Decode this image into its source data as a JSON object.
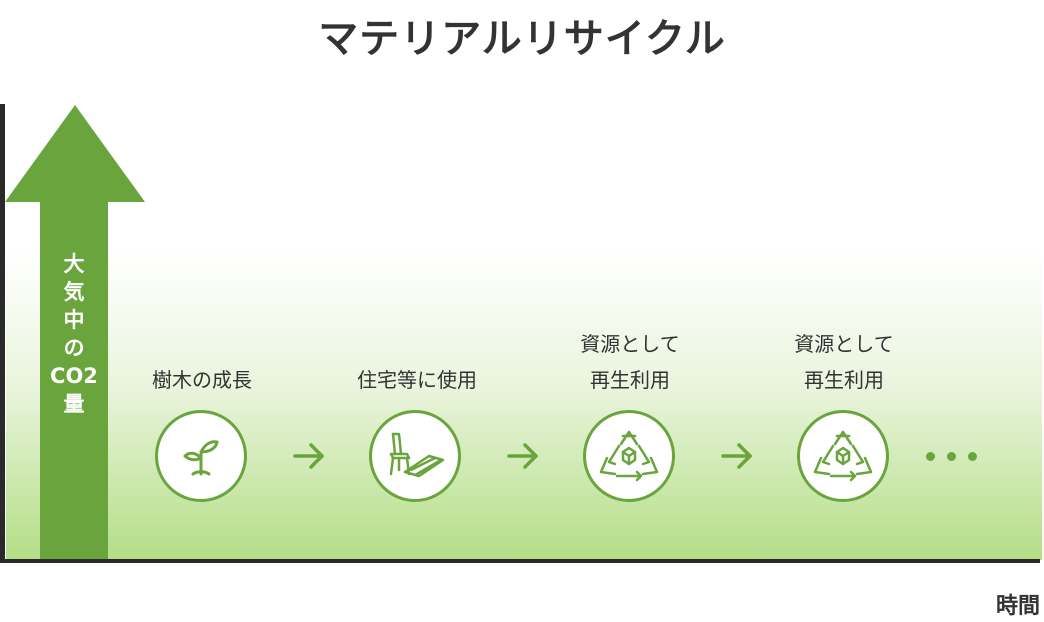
{
  "title": "マテリアルリサイクル",
  "vertical_arrow": {
    "label_lines": [
      "大",
      "気",
      "中",
      "の",
      "CO2",
      "量"
    ]
  },
  "x_axis_label": "時間",
  "stages": [
    {
      "label_lines": [
        "樹木の成長"
      ],
      "icon": "sprout-icon"
    },
    {
      "label_lines": [
        "住宅等に使用"
      ],
      "icon": "chair-and-lumber-icon"
    },
    {
      "label_lines": [
        "資源として",
        "再生利用"
      ],
      "icon": "recycle-icon"
    },
    {
      "label_lines": [
        "資源として",
        "再生利用"
      ],
      "icon": "recycle-icon"
    }
  ],
  "colors": {
    "accent_green": "#6aa43d",
    "gradient_bottom": "#b3de86",
    "axis": "#2a2a2a",
    "text": "#333333"
  }
}
